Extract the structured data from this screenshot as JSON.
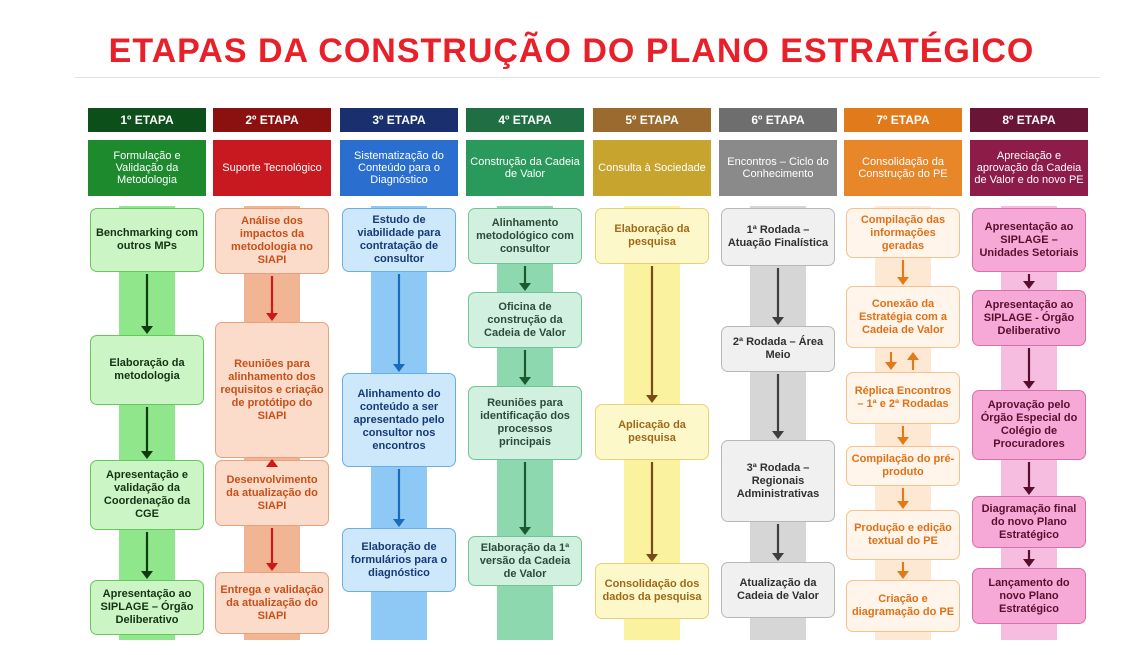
{
  "title": "ETAPAS DA CONSTRUÇÃO DO PLANO ESTRATÉGICO",
  "columns": [
    {
      "stage": "1º ETAPA",
      "subtitle": "Formulação e Validação da Metodologia",
      "colors": {
        "head": "#0d4f1a",
        "sub": "#1e8a2e",
        "strip": "#90e68a",
        "box_bg": "#ccf5c6",
        "box_border": "#64c85a",
        "text": "#143214",
        "arrow": "#103a10"
      },
      "steps": [
        "Benchmarking com outros MPs",
        "Elaboração da metodologia",
        "Apresentação e validação da Coordenação da CGE",
        "Apresentação ao SIPLAGE – Órgão Deliberativo"
      ]
    },
    {
      "stage": "2º ETAPA",
      "subtitle": "Suporte Tecnológico",
      "colors": {
        "head": "#8b1111",
        "sub": "#c81820",
        "strip": "#f2b593",
        "box_bg": "#fbdcca",
        "box_border": "#e8a17a",
        "text": "#c85018",
        "arrow": "#d01818"
      },
      "steps": [
        "Análise dos impactos da metodologia no SIAPI",
        "Reuniões para alinhamento dos requisitos e criação de protótipo do SIAPI",
        "Desenvolvimento da atualização do SIAPI",
        "Entrega e validação da atualização do SIAPI"
      ]
    },
    {
      "stage": "3º ETAPA",
      "subtitle": "Sistematização do Conteúdo para o Diagnóstico",
      "colors": {
        "head": "#1a2f6e",
        "sub": "#2a6fd0",
        "strip": "#8ec8f5",
        "box_bg": "#cde7fb",
        "box_border": "#6aaee8",
        "text": "#163a78",
        "arrow": "#1a6ac0"
      },
      "steps": [
        "Estudo de viabilidade para contratação de consultor",
        "Alinhamento do conteúdo a ser apresentado pelo consultor nos encontros",
        "Elaboração de formulários para o diagnóstico"
      ]
    },
    {
      "stage": "4º ETAPA",
      "subtitle": "Construção da Cadeia de Valor",
      "colors": {
        "head": "#1f6e44",
        "sub": "#2a9a5c",
        "strip": "#8ed8b0",
        "box_bg": "#d2f0df",
        "box_border": "#70c496",
        "text": "#2e4a38",
        "arrow": "#1a5a30"
      },
      "steps": [
        "Alinhamento metodológico com consultor",
        "Oficina de construção da Cadeia de Valor",
        "Reuniões para identificação dos processos principais",
        "Elaboração da 1ª versão da Cadeia de Valor"
      ]
    },
    {
      "stage": "5º ETAPA",
      "subtitle": "Consulta à Sociedade",
      "colors": {
        "head": "#9a6a2e",
        "sub": "#c7a42e",
        "strip": "#fbf2a0",
        "box_bg": "#fdf8ca",
        "box_border": "#e6d274",
        "text": "#a06818",
        "arrow": "#7a4a18"
      },
      "steps": [
        "Elaboração da pesquisa",
        "Aplicação da pesquisa",
        "Consolidação dos dados da pesquisa"
      ]
    },
    {
      "stage": "6º ETAPA",
      "subtitle": "Encontros – Ciclo do Conhecimento",
      "colors": {
        "head": "#6e6e6e",
        "sub": "#8a8a8a",
        "strip": "#d6d6d6",
        "box_bg": "#f0f0f0",
        "box_border": "#b8b8b8",
        "text": "#303030",
        "arrow": "#3e3e3e"
      },
      "steps": [
        "1ª Rodada – Atuação Finalística",
        "2ª Rodada – Área Meio",
        "3ª Rodada – Regionais Administrativas",
        "Atualização da Cadeia de Valor"
      ]
    },
    {
      "stage": "7º ETAPA",
      "subtitle": "Consolidação da Construção do PE",
      "colors": {
        "head": "#e07a1a",
        "sub": "#e8862a",
        "strip": "#fde9d3",
        "box_bg": "#fff5ea",
        "box_border": "#f5c28e",
        "text": "#e07018",
        "arrow": "#e07a1a"
      },
      "steps": [
        "Compilação das informações geradas",
        "Conexão da Estratégia com a Cadeia de Valor",
        "Réplica Encontros – 1ª e 2ª Rodadas",
        "Compilação do pré-produto",
        "Produção e edição textual do PE",
        "Criação e diagramação do PE"
      ]
    },
    {
      "stage": "8º ETAPA",
      "subtitle": "Apreciação e aprovação da Cadeia de Valor e do novo PE",
      "colors": {
        "head": "#6a1436",
        "sub": "#8e1c48",
        "strip": "#f7bde0",
        "box_bg": "#f6a8d6",
        "box_border": "#d470aa",
        "text": "#5a0e2e",
        "arrow": "#5a0e2e"
      },
      "steps": [
        "Apresentação ao SIPLAGE – Unidades Setoriais",
        "Apresentação ao SIPLAGE - Órgão Deliberativo",
        "Aprovação pelo Órgão Especial do Colégio de Procuradores",
        "Diagramação final do novo Plano Estratégico",
        "Lançamento do novo Plano Estratégico"
      ]
    }
  ]
}
